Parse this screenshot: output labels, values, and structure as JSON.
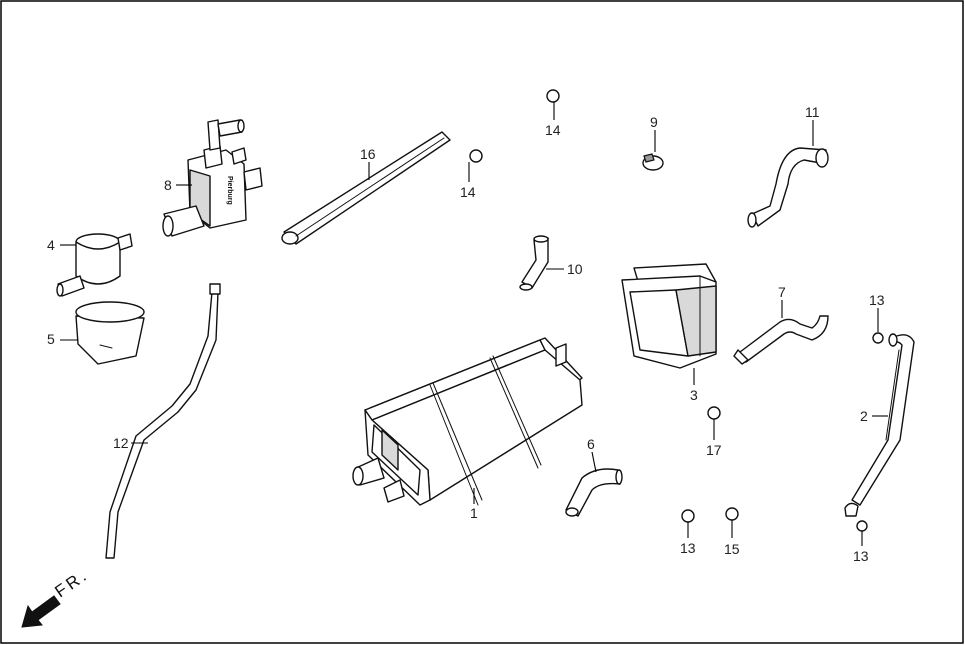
{
  "callouts": {
    "c1": "1",
    "c2": "2",
    "c3": "3",
    "c4": "4",
    "c5": "5",
    "c6": "6",
    "c7": "7",
    "c8": "8",
    "c9": "9",
    "c10": "10",
    "c11": "11",
    "c12": "12",
    "c13a": "13",
    "c13b": "13",
    "c13c": "13",
    "c14a": "14",
    "c14b": "14",
    "c15": "15",
    "c16": "16",
    "c17": "17"
  },
  "direction": {
    "label": "FR."
  },
  "solenoid": {
    "brand": "Pierburg"
  }
}
